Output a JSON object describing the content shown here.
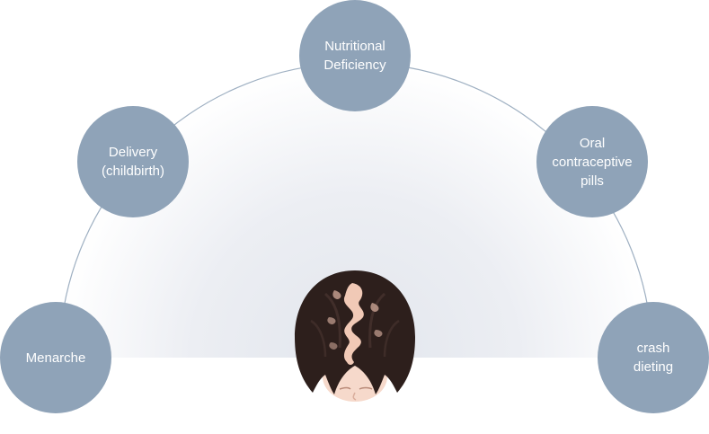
{
  "diagram": {
    "factors": [
      {
        "id": "nutrition",
        "label": "Nutritional\nDeficiency"
      },
      {
        "id": "delivery",
        "label": "Delivery\n(childbirth)"
      },
      {
        "id": "oral",
        "label": "Oral\ncontraceptive\npills"
      },
      {
        "id": "menarche",
        "label": "Menarche"
      },
      {
        "id": "crash",
        "label": "crash\ndieting"
      }
    ],
    "colors": {
      "circle": "#8fa3b8",
      "circle_text": "#ffffff",
      "arc": "#9fb0c2",
      "glow": "#e6e9ef",
      "hair": "#2d1f1c",
      "scalp": "#f1c9b6",
      "skin": "#f6d9cb"
    },
    "icons": {
      "center": "woman-head-top-view-hair-loss-icon"
    }
  }
}
